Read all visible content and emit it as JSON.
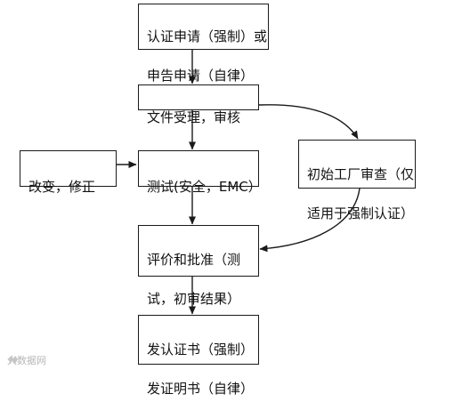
{
  "nodes": {
    "apply": {
      "line1": "认证申请（强制）或",
      "line2": "申告申请（自律）"
    },
    "review": {
      "line1": "文件受理，审核"
    },
    "test": {
      "line1": "测试(安全，EMC）"
    },
    "fix": {
      "line1": "改变，修正"
    },
    "inspect": {
      "line1": "初始工厂审查（仅",
      "line2": "适用于强制认证）"
    },
    "evaluate": {
      "line1": "评价和批准（测",
      "line2": "试，初审结果）"
    },
    "issue": {
      "line1": "发认证书（强制）",
      "line2": "发证明书（自律）"
    }
  },
  "watermark": {
    "text": "大数据网"
  },
  "colors": {
    "line": "#1a1a1a",
    "box_border": "#1a1a1a",
    "background": "#ffffff",
    "watermark": "#b7b7b7"
  }
}
